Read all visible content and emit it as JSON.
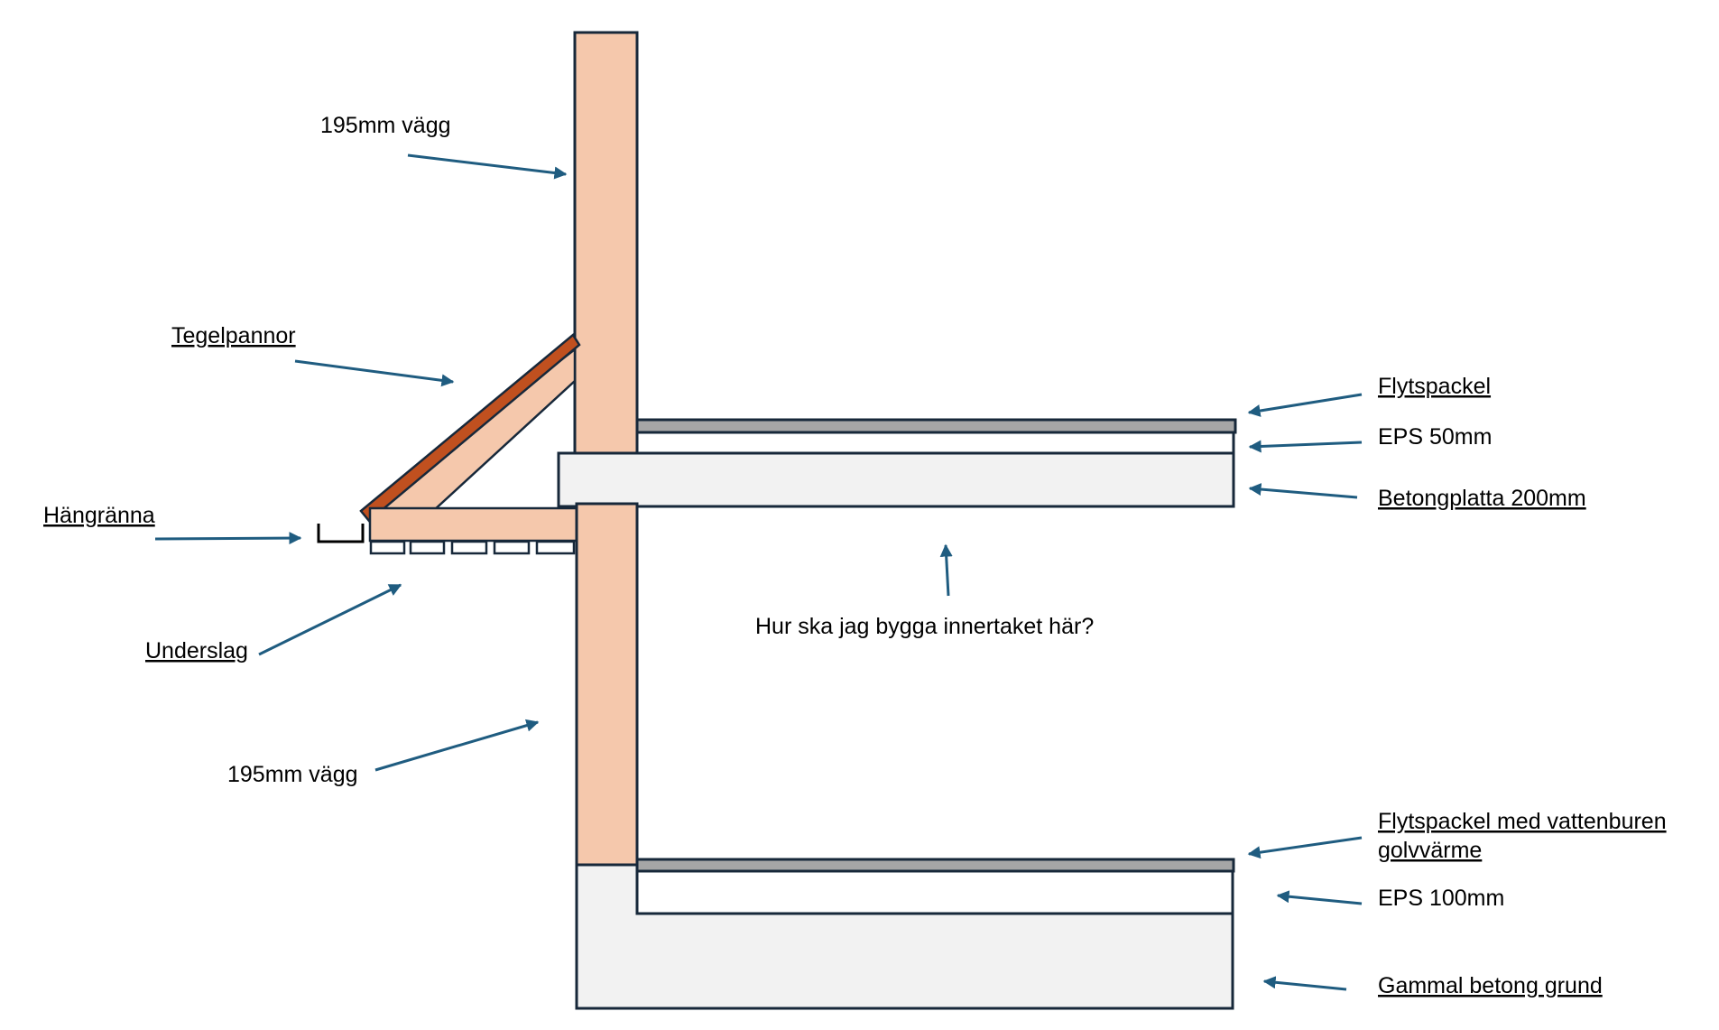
{
  "labels": {
    "wall_upper": "195mm vägg",
    "roof_tiles": "Tegelpannor",
    "gutter": "Hängränna",
    "soffit": "Underslag",
    "wall_lower": "195mm vägg",
    "question": "Hur ska jag bygga innertaket här?",
    "upper_screed": "Flytspackel",
    "upper_eps": "EPS 50mm",
    "slab": "Betongplatta 200mm",
    "lower_screed_line1": "Flytspackel med vattenburen",
    "lower_screed_line2": "golvvärme",
    "lower_eps": "EPS 100mm",
    "foundation": "Gammal betong grund"
  },
  "colors": {
    "wall": "#f5c8ac",
    "tile": "#c0501f",
    "concrete": "#f2f2f2",
    "screed": "#a6a6a6",
    "eps": "#ffffff",
    "outline": "#17283a",
    "arrow": "#1f5c80",
    "spellcheck": "#d03030"
  }
}
